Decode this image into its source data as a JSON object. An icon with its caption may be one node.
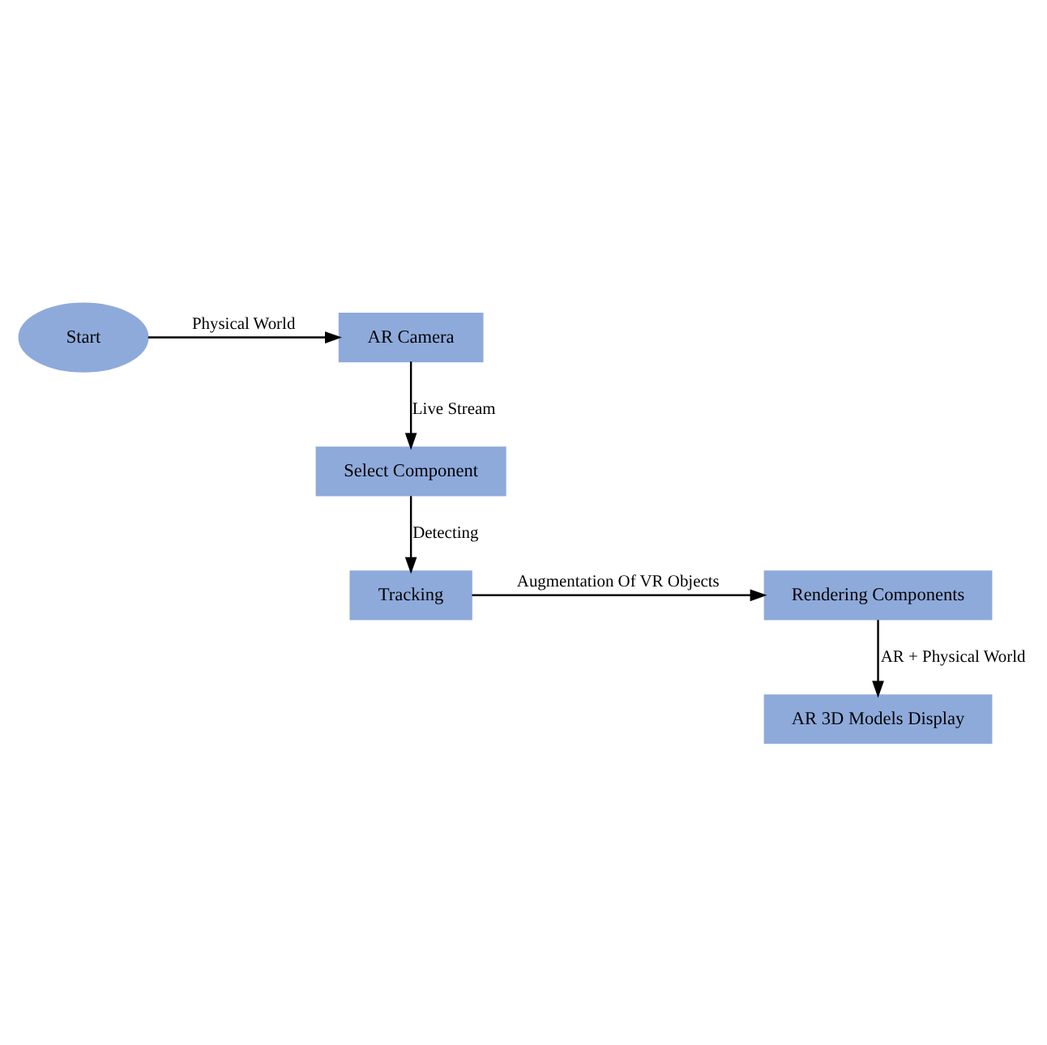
{
  "diagram": {
    "nodes": [
      {
        "text": [
          "Start"
        ]
      },
      {
        "text": [
          "AR Camera"
        ]
      },
      {
        "text": [
          "Select Component"
        ]
      },
      {
        "text": [
          "Tracking"
        ]
      },
      {
        "text": [
          "Rendering Components"
        ]
      },
      {
        "text": [
          "AR 3D Models Display"
        ]
      }
    ],
    "edges": [
      {
        "from": 0,
        "to": 1,
        "arrow": "to",
        "label": "Physical World"
      },
      {
        "from": 1,
        "to": 2,
        "arrow": "to",
        "label": "Live Stream"
      },
      {
        "from": 2,
        "to": 3,
        "arrow": "to",
        "label": "Detecting"
      },
      {
        "from": 3,
        "to": 4,
        "arrow": "to",
        "label": "Augmentation Of VR Objects"
      },
      {
        "from": 4,
        "to": 5,
        "arrow": "to",
        "label": "AR + Physical World"
      }
    ]
  }
}
